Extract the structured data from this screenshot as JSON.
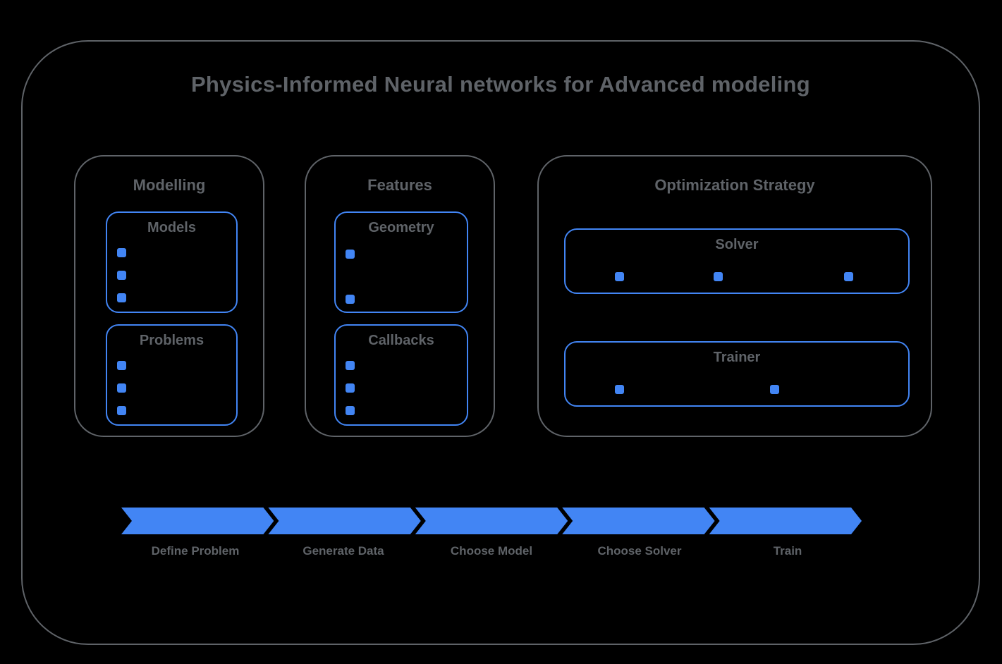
{
  "title": "Physics-Informed Neural networks for Advanced modeling",
  "colors": {
    "accent": "#4285f4",
    "outline": "#5f6368",
    "background": "#000000"
  },
  "sections": [
    {
      "label": "Modelling",
      "cards": [
        {
          "label": "Models",
          "bullet_count": 3,
          "orientation": "vertical"
        },
        {
          "label": "Problems",
          "bullet_count": 3,
          "orientation": "vertical"
        }
      ]
    },
    {
      "label": "Features",
      "cards": [
        {
          "label": "Geometry",
          "bullet_count": 2,
          "orientation": "vertical"
        },
        {
          "label": "Callbacks",
          "bullet_count": 3,
          "orientation": "vertical"
        }
      ]
    },
    {
      "label": "Optimization Strategy",
      "cards": [
        {
          "label": "Solver",
          "bullet_count": 3,
          "orientation": "horizontal"
        },
        {
          "label": "Trainer",
          "bullet_count": 2,
          "orientation": "horizontal"
        }
      ]
    }
  ],
  "flow": {
    "steps": [
      "Define Problem",
      "Generate Data",
      "Choose Model",
      "Choose Solver",
      "Train"
    ]
  }
}
